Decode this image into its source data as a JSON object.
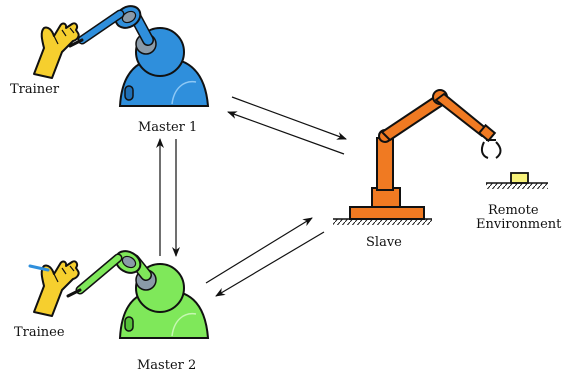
{
  "labels": {
    "trainer": "Trainer",
    "master1": "Master 1",
    "trainee": "Trainee",
    "master2": "Master 2",
    "slave": "Slave",
    "remote_line1": "Remote",
    "remote_line2": "Environment"
  },
  "colors": {
    "master1_body": "#2f8fdc",
    "master1_dark": "#1f6fb5",
    "master2_body": "#7fe85a",
    "master2_dark": "#56c03a",
    "hand": "#f6cf2e",
    "robot_arm": "#f07a22",
    "robot_arm_dark": "#c85c12",
    "gray": "#8a9aa8",
    "object": "#f7f27a",
    "outline": "#111111"
  },
  "icons": [
    "hand-icon",
    "haptic-master-robot-icon",
    "industrial-robot-arm-icon",
    "gripper-icon",
    "ground-hatch-icon"
  ]
}
